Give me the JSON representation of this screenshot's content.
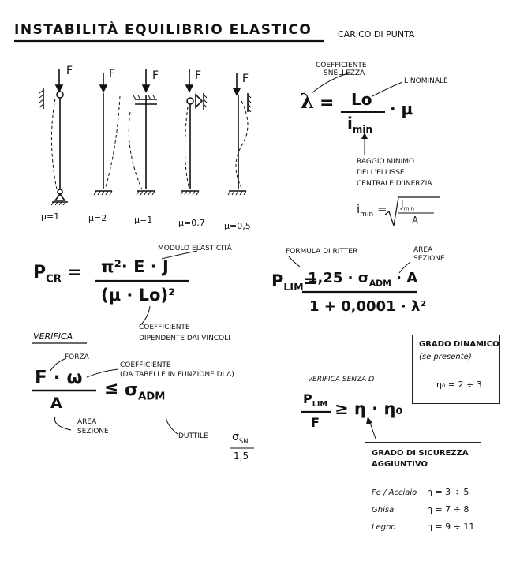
{
  "header": {
    "title": "INSTABILITÀ EQUILIBRIO ELASTICO",
    "subtitle": "CARICO DI PUNTA"
  },
  "columns": {
    "load_label": "F",
    "mu_values": [
      "μ=1",
      "μ=2",
      "μ=1",
      "μ=0,7",
      "μ=0,5"
    ]
  },
  "slenderness": {
    "lambda": "λ",
    "eq": "=",
    "numerator": "Lo",
    "denominator": "i",
    "denominator_sub": "min",
    "times_mu": "· μ",
    "note_coeff_1": "COEFFICIENTE",
    "note_coeff_2": "SNELLEZZA",
    "note_length": "L NOMINALE",
    "note_radius_1": "RAGGIO MINIMO",
    "note_radius_2": "DELL'ELLISSE",
    "note_radius_3": "CENTRALE D'INERZIA",
    "imin_lhs": "i",
    "imin_sub": "min",
    "imin_eq": "=",
    "imin_num": "J",
    "imin_num_sub": "min",
    "imin_den": "A"
  },
  "euler": {
    "lhs": "P",
    "lhs_sub": "CR",
    "eq": "=",
    "numerator": "π²· E · J",
    "denominator": "(μ · Lo)²",
    "note_modulus": "MODULO ELASTICITÀ",
    "note_coeff_1": "COEFFICIENTE",
    "note_coeff_2": "DIPENDENTE DAI VINCOLI"
  },
  "ritter": {
    "lhs": "P",
    "lhs_sub": "LIM",
    "eq": "=",
    "numerator": "1,25 · σ",
    "numerator_sub": "ADM",
    "numerator_tail": "· A",
    "denominator": "1 + 0,0001 · λ²",
    "note_formula": "FORMULA DI RITTER",
    "note_area_1": "AREA",
    "note_area_2": "SEZIONE"
  },
  "verifica": {
    "heading": "VERIFICA",
    "numerator": "F · ω",
    "denominator": "A",
    "leq": "≤",
    "sigma": "σ",
    "sigma_sub": "ADM",
    "note_force": "FORZA",
    "note_coeff_1": "COEFFICIENTE",
    "note_coeff_2": "(DA TABELLE IN FUNZIONE DI λ)",
    "note_area_1": "AREA",
    "note_area_2": "SEZIONE",
    "note_ductile": "DUTTILE",
    "ductile_num": "σ",
    "ductile_num_sub": "SN",
    "ductile_den": "1,5"
  },
  "verifica_senza": {
    "heading": "VERIFICA SENZA ω",
    "numerator": "P",
    "numerator_sub": "LIM",
    "denominator": "F",
    "rhs": "≥ η · η₀"
  },
  "dynamic_box": {
    "title": "GRADO DINAMICO",
    "subtitle": "(se presente)",
    "formula": "η₀ = 2 ÷ 3"
  },
  "safety_box": {
    "title_1": "GRADO DI SICUREZZA",
    "title_2": "AGGIUNTIVO",
    "rows": [
      {
        "material": "Fe / Acciaio",
        "value": "η = 3 ÷ 5"
      },
      {
        "material": "Ghisa",
        "value": "η = 7 ÷ 8"
      },
      {
        "material": "Legno",
        "value": "η = 9 ÷ 11"
      }
    ]
  }
}
